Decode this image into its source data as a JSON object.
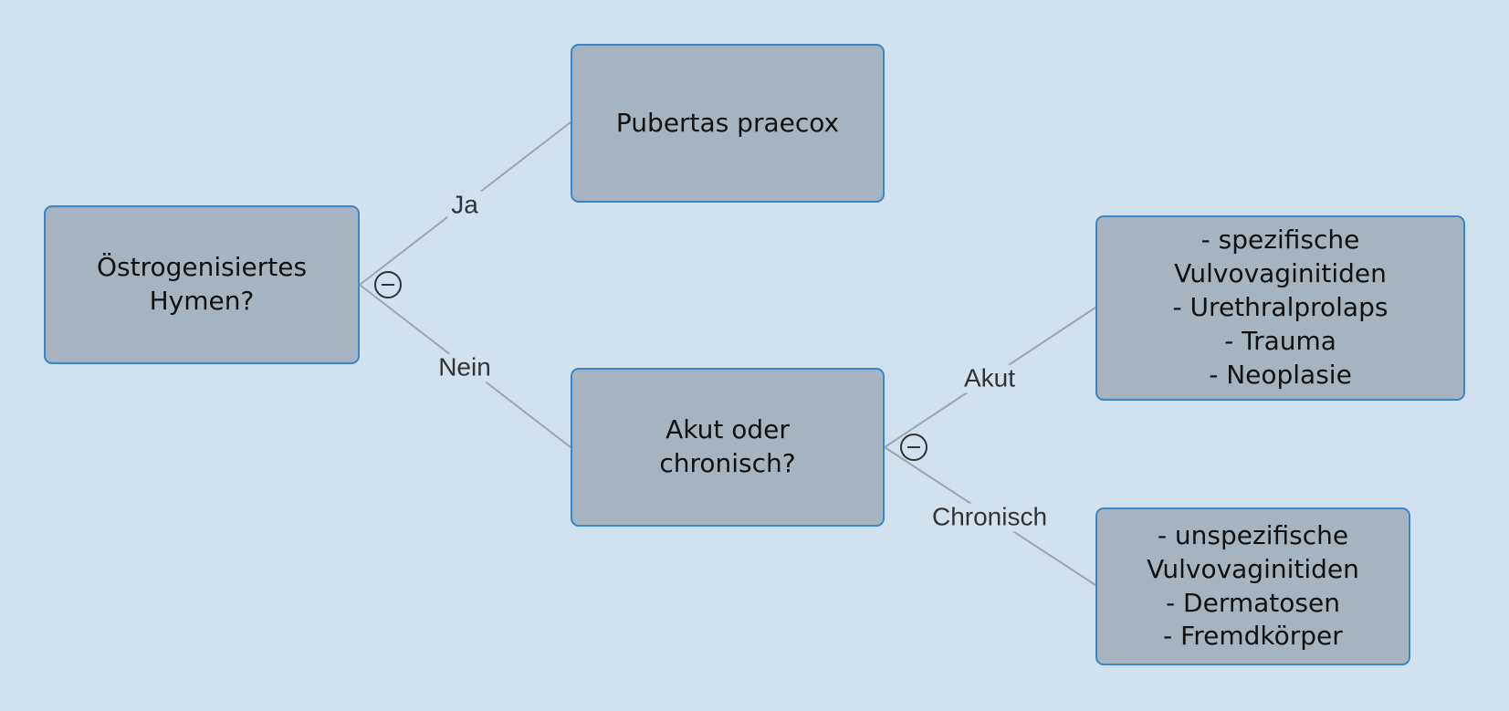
{
  "colors": {
    "background": "#d1e1ed",
    "node_fill": "#a6b4bf",
    "node_border": "#3a86cc",
    "connector": "#9aa6b0"
  },
  "nodes": {
    "root": "Östrogenisiertes\nHymen?",
    "pubertas": "Pubertas praecox",
    "akut_oder_chronisch": "Akut oder\nchronisch?",
    "akut_result": "- spezifische\nVulvovaginitiden\n- Urethralprolaps\n- Trauma\n- Neoplasie",
    "chronisch_result": "- unspezifische\nVulvovaginitiden\n- Dermatosen\n- Fremdkörper"
  },
  "edges": {
    "ja": "Ja",
    "nein": "Nein",
    "akut": "Akut",
    "chronisch": "Chronisch"
  },
  "toggles": {
    "icon": "minus-circle-icon"
  }
}
